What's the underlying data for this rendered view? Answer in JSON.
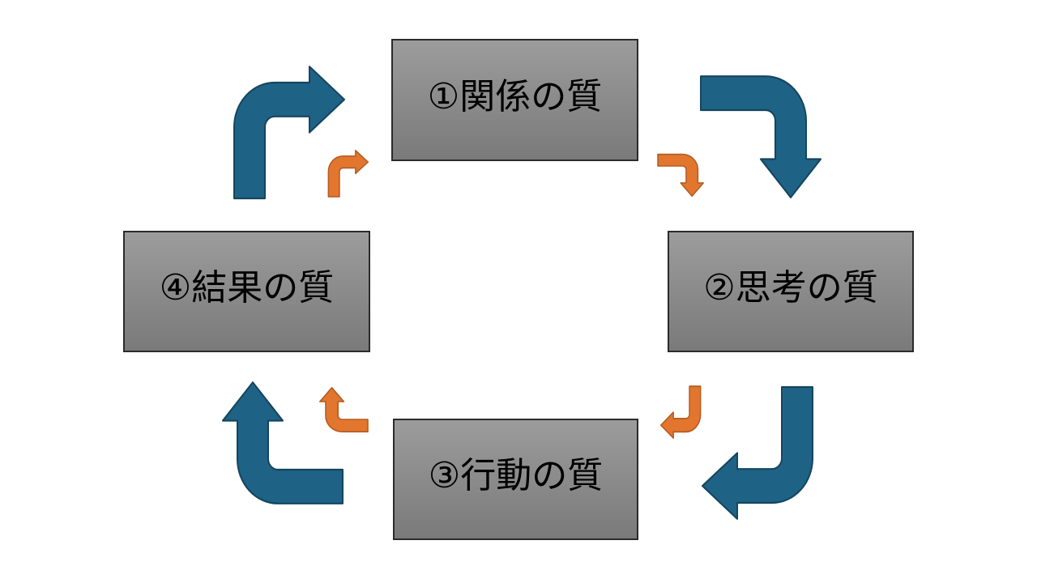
{
  "diagram": {
    "type": "cycle",
    "nodes": [
      {
        "id": "relationships",
        "label": "①関係の質"
      },
      {
        "id": "thinking",
        "label": "②思考の質"
      },
      {
        "id": "action",
        "label": "③行動の質"
      },
      {
        "id": "results",
        "label": "④結果の質"
      }
    ],
    "flow": "clockwise",
    "arrows": {
      "primary": {
        "shape": "bent-arrow",
        "fill": "#1E6386",
        "stroke": "#15455E"
      },
      "secondary": {
        "shape": "bent-arrow",
        "fill": "#E2762E",
        "stroke": "#B35B21"
      }
    },
    "colors": {
      "background": "#FFFFFF",
      "node_fill_top": "#9C9C9C",
      "node_fill_bottom": "#7A7A7A",
      "node_border": "#2B2B2B",
      "text": "#000000"
    }
  }
}
